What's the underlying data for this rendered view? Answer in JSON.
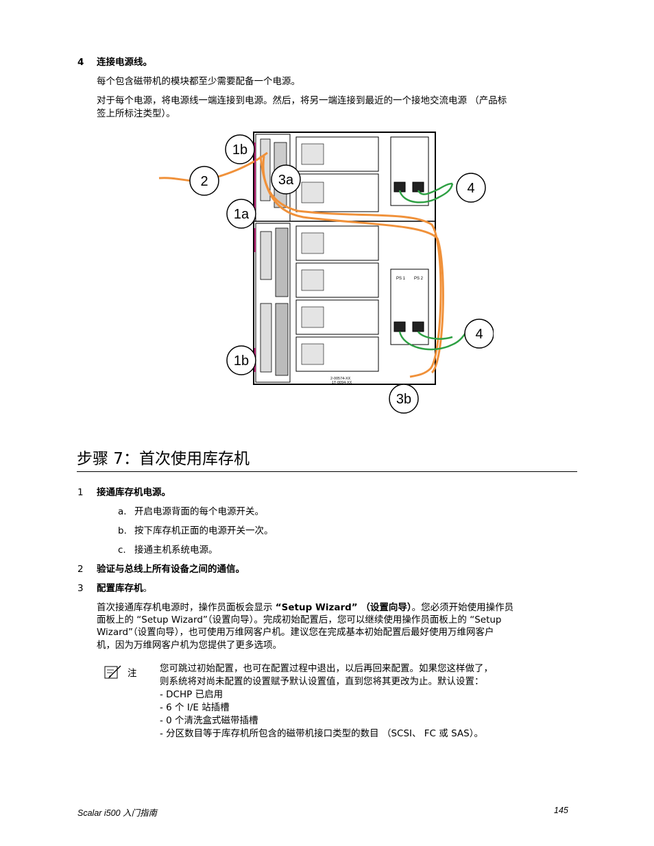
{
  "step4": {
    "number": "4",
    "title": "连接电源线。",
    "para1": "每个包含磁带机的模块都至少需要配备一个电源。",
    "para2_line1": "对于每个电源，将电源线一端连接到电源。然后，将另一端连接到最近的一个接地交流电源 （产品标",
    "para2_line2": "签上所标注类型）。"
  },
  "figure": {
    "callouts": [
      "1b",
      "2",
      "3a",
      "1a",
      "4",
      "4",
      "1b",
      "3b"
    ],
    "ps_labels": [
      "PS 1",
      "PS 2"
    ],
    "bottom_label_1": "2-00574-XX",
    "bottom_label_2": "1T-0094-XX",
    "cable_colors": {
      "power": "#f0913a",
      "ac": "#2ea043",
      "magenta": "#c2267b"
    }
  },
  "section": {
    "heading": "步骤 7：首次使用库存机"
  },
  "items": [
    {
      "number": "1",
      "title": "接通库存机电源。"
    },
    {
      "number": "2",
      "title": "验证与总线上所有设备之间的通信。"
    },
    {
      "number": "3",
      "title": "配置库存机",
      "tail": "。"
    }
  ],
  "subitems": [
    {
      "letter": "a.",
      "text": "开启电源背面的每个电源开关。"
    },
    {
      "letter": "b.",
      "text": "按下库存机正面的电源开关一次。"
    },
    {
      "letter": "c.",
      "text": "接通主机系统电源。"
    }
  ],
  "config_para": {
    "line1_pre": "首次接通库存机电源时，操作员面板会显示 ",
    "line1_bold": "“Setup Wizard” （设置向导）",
    "line1_post": "。您必须开始使用操作员",
    "line2": "面板上的 “Setup Wizard”（设置向导）。完成初始配置后，您可以继续使用操作员面板上的 “Setup",
    "line3": "Wizard”（设置向导），也可使用万维网客户机。建议您在完成基本初始配置后最好使用万维网客户",
    "line4": "机，因为万维网客户机为您提供了更多选项。"
  },
  "note": {
    "label": "注",
    "icon": "note-pencil-icon",
    "lines": [
      "您可跳过初始配置，也可在配置过程中退出，以后再回来配置。如果您这样做了，",
      "则系统将对尚未配置的设置赋予默认设置值，直到您将其更改为止。默认设置：",
      "- DCHP 已启用",
      "- 6 个 I/E 站插槽",
      "- 0 个清洗盒式磁带插槽",
      "- 分区数目等于库存机所包含的磁带机接口类型的数目 （SCSI、 FC 或 SAS）。"
    ]
  },
  "footer": {
    "title": "Scalar i500 入门指南",
    "page": "145"
  }
}
